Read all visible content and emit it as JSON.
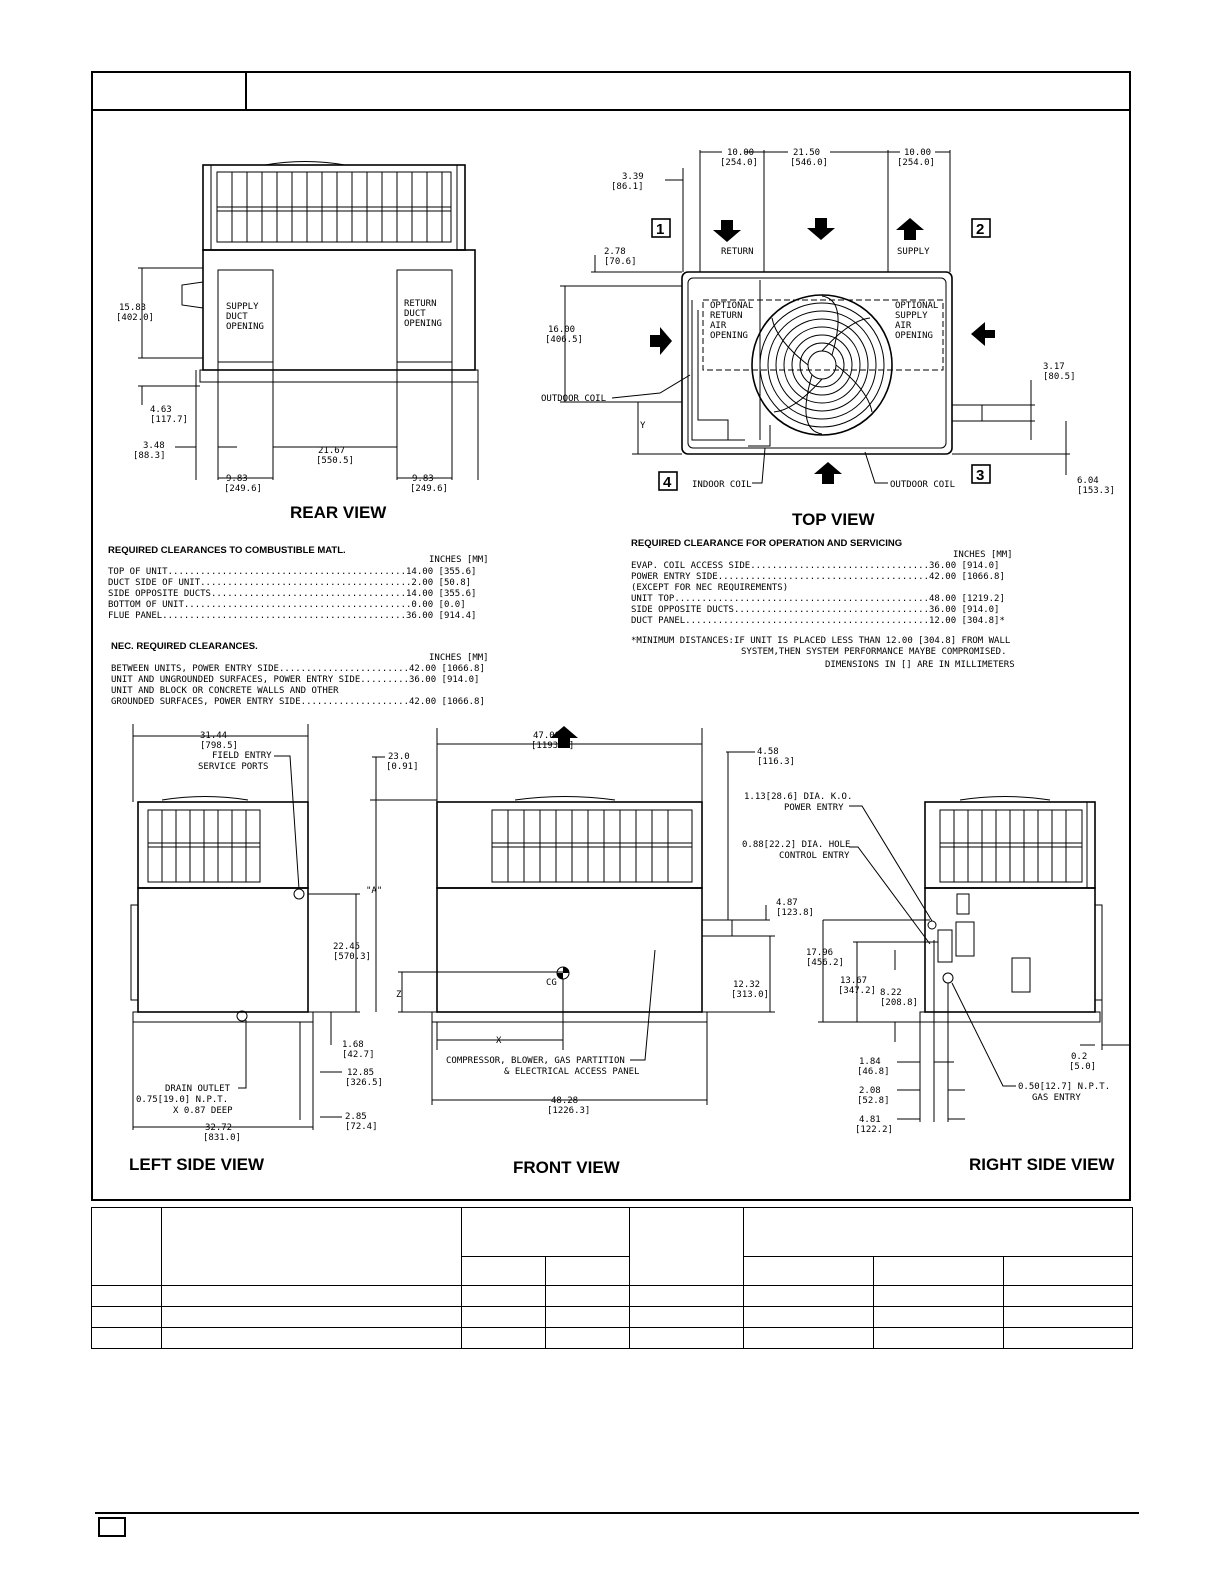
{
  "views": {
    "rear": "REAR VIEW",
    "top": "TOP VIEW",
    "left": "LEFT SIDE VIEW",
    "front": "FRONT VIEW",
    "right": "RIGHT SIDE VIEW"
  },
  "rear_view": {
    "labels": {
      "supply": [
        "SUPPLY",
        "DUCT",
        "OPENING"
      ],
      "return": [
        "RETURN",
        "DUCT",
        "OPENING"
      ]
    },
    "dims": {
      "d1": [
        "15.83",
        "[402.0]"
      ],
      "d2": [
        "4.63",
        "[117.7]"
      ],
      "d3": [
        "3.48",
        "[88.3]"
      ],
      "d4": [
        "21.67",
        "[550.5]"
      ],
      "d5": [
        "9.83",
        "[249.6]"
      ],
      "d6": [
        "9.83",
        "[249.6]"
      ]
    }
  },
  "top_view": {
    "badges": [
      "1",
      "2",
      "3",
      "4"
    ],
    "labels": {
      "return": "RETURN",
      "supply": "SUPPLY",
      "opt_return": [
        "OPTIONAL",
        "RETURN",
        "AIR",
        "OPENING"
      ],
      "opt_supply": [
        "OPTIONAL",
        "SUPPLY",
        "AIR",
        "OPENING"
      ],
      "outdoor_coil": "OUTDOOR COIL",
      "indoor_coil": "INDOOR COIL",
      "outdoor_coil_bottom": "OUTDOOR COIL",
      "y": "Y"
    },
    "dims": {
      "d1": [
        "10.00",
        "[254.0]"
      ],
      "d2": [
        "21.50",
        "[546.0]"
      ],
      "d3": [
        "10.00",
        "[254.0]"
      ],
      "d4": [
        "3.39",
        "[86.1]"
      ],
      "d5": [
        "2.78",
        "[70.6]"
      ],
      "d6": [
        "16.00",
        "[406.5]"
      ],
      "d7": [
        "3.17",
        "[80.5]"
      ],
      "d8": [
        "6.04",
        "[153.3]"
      ]
    }
  },
  "combustible": {
    "title": "REQUIRED CLEARANCES TO COMBUSTIBLE MATL.",
    "unit_header": "INCHES [MM]",
    "rows": [
      "TOP OF UNIT............................................14.00 [355.6]",
      "DUCT SIDE OF UNIT.......................................2.00 [50.8]",
      "SIDE OPPOSITE DUCTS....................................14.00 [355.6]",
      "BOTTOM OF UNIT..........................................0.00 [0.0]",
      "FLUE PANEL.............................................36.00 [914.4]"
    ]
  },
  "nec": {
    "title": "NEC. REQUIRED CLEARANCES.",
    "unit_header": "INCHES [MM]",
    "rows": [
      "BETWEEN UNITS, POWER ENTRY SIDE........................42.00 [1066.8]",
      "UNIT AND UNGROUNDED SURFACES, POWER ENTRY SIDE.........36.00 [914.0]",
      "UNIT AND BLOCK OR CONCRETE WALLS AND OTHER",
      "GROUNDED SURFACES, POWER ENTRY SIDE....................42.00 [1066.8]"
    ]
  },
  "service": {
    "title": "REQUIRED CLEARANCE FOR OPERATION AND SERVICING",
    "unit_header": "INCHES [MM]",
    "rows": [
      "EVAP. COIL ACCESS SIDE.................................36.00 [914.0]",
      "POWER ENTRY SIDE.......................................42.00 [1066.8]",
      "(EXCEPT FOR NEC REQUIREMENTS)",
      "UNIT TOP...............................................48.00 [1219.2]",
      "SIDE OPPOSITE DUCTS....................................36.00 [914.0]",
      "DUCT PANEL.............................................12.00 [304.8]*"
    ],
    "note1": "*MINIMUM DISTANCES:IF UNIT IS PLACED LESS THAN 12.00 [304.8] FROM WALL",
    "note2": "SYSTEM,THEN SYSTEM PERFORMANCE MAYBE COMPROMISED.",
    "note3": "DIMENSIONS IN [] ARE IN MILLIMETERS"
  },
  "left_view": {
    "labels": {
      "field_entry": [
        "FIELD ENTRY",
        "SERVICE PORTS"
      ],
      "drain": [
        "DRAIN OUTLET",
        "0.75[19.0] N.P.T.",
        "X 0.87 DEEP"
      ]
    },
    "dims": {
      "d1": [
        "31.44",
        "[798.5]"
      ],
      "d2": [
        "22.45",
        "[570.3]"
      ],
      "d3": [
        "32.72",
        "[831.0]"
      ],
      "d4": [
        "1.68",
        "[42.7]"
      ],
      "d5": [
        "12.85",
        "[326.5]"
      ],
      "d6": [
        "2.85",
        "[72.4]"
      ]
    }
  },
  "front_view": {
    "labels": {
      "a": "\"A\"",
      "cg": "CG",
      "x": "X",
      "z": "Z",
      "access": [
        "COMPRESSOR, BLOWER, GAS PARTITION",
        "& ELECTRICAL ACCESS PANEL"
      ]
    },
    "dims": {
      "d1": [
        "47.00",
        "[1193.9]"
      ],
      "d2": [
        "23.0",
        "[0.91]"
      ],
      "d3": [
        "4.58",
        "[116.3]"
      ],
      "d4": [
        "4.87",
        "[123.8]"
      ],
      "d5": [
        "12.32",
        "[313.0]"
      ],
      "d6": [
        "48.28",
        "[1226.3]"
      ]
    }
  },
  "right_view": {
    "labels": {
      "power": [
        "1.13[28.6] DIA. K.O.",
        "POWER ENTRY"
      ],
      "control": [
        "0.88[22.2] DIA. HOLE",
        "CONTROL ENTRY"
      ],
      "gas": [
        "0.50[12.7] N.P.T.",
        "GAS ENTRY"
      ]
    },
    "dims": {
      "d1": [
        "17.96",
        "[456.2]"
      ],
      "d2": [
        "13.67",
        "[347.2]"
      ],
      "d3": [
        "8.22",
        "[208.8]"
      ],
      "d4": [
        "1.84",
        "[46.8]"
      ],
      "d5": [
        "2.08",
        "[52.8]"
      ],
      "d6": [
        "4.81",
        "[122.2]"
      ],
      "d7": [
        "0.2",
        "[5.0]"
      ]
    }
  }
}
